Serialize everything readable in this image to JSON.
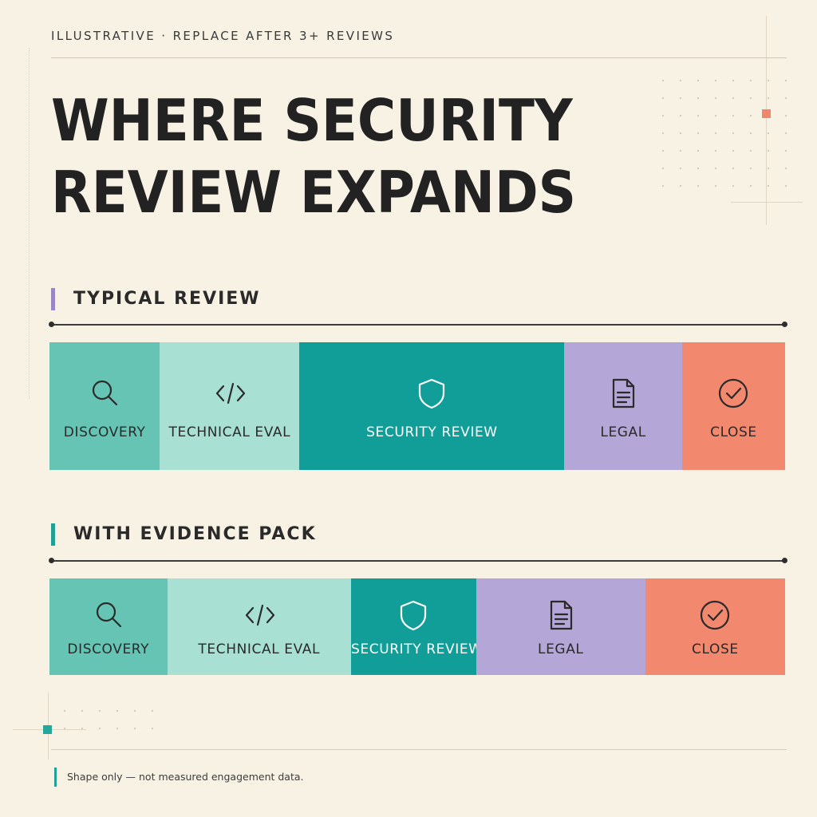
{
  "eyebrow": "ILLUSTRATIVE · REPLACE AFTER 3+ REVIEWS",
  "title": {
    "line1": "WHERE SECURITY",
    "line2": "REVIEW EXPANDS"
  },
  "colors": {
    "discovery": "#66c4b4",
    "technical_eval": "#a9e0d4",
    "security_review": "#129e98",
    "legal": "#b4a6d6",
    "close": "#f2886e",
    "marker_typical": "#9a86c6",
    "marker_evidence": "#1fa196",
    "accent_orange": "#f0876c",
    "accent_teal": "#25a79c"
  },
  "chart_data": [
    {
      "type": "bar",
      "name": "TYPICAL REVIEW",
      "categories": [
        "DISCOVERY",
        "TECHNICAL EVAL",
        "SECURITY REVIEW",
        "LEGAL",
        "CLOSE"
      ],
      "values": [
        15,
        19,
        36,
        16,
        14
      ],
      "icons": [
        "search-icon",
        "code-icon",
        "shield-icon",
        "document-icon",
        "check-circle-icon"
      ]
    },
    {
      "type": "bar",
      "name": "WITH EVIDENCE PACK",
      "categories": [
        "DISCOVERY",
        "TECHNICAL EVAL",
        "SECURITY REVIEW",
        "LEGAL",
        "CLOSE"
      ],
      "values": [
        16,
        25,
        17,
        23,
        19
      ],
      "icons": [
        "search-icon",
        "code-icon",
        "shield-icon",
        "document-icon",
        "check-circle-icon"
      ]
    }
  ],
  "footnote": "Shape only — not measured engagement data."
}
